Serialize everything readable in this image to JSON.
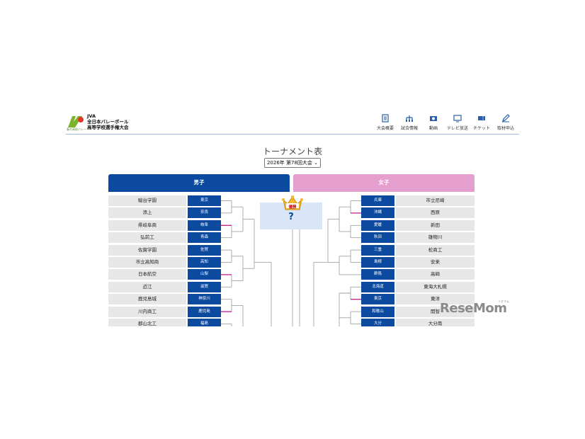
{
  "logo": {
    "abbr": "JVA",
    "line1": "全日本バレーボール",
    "line2": "高等学校選手権大会",
    "small": "春の高校バレー"
  },
  "nav": [
    {
      "label": "大会概要",
      "icon": "document-icon"
    },
    {
      "label": "試合情報",
      "icon": "bracket-icon"
    },
    {
      "label": "動画",
      "icon": "camera-icon"
    },
    {
      "label": "テレビ放送",
      "icon": "tv-icon"
    },
    {
      "label": "チケット",
      "icon": "ticket-icon"
    },
    {
      "label": "取材申込",
      "icon": "pen-icon"
    }
  ],
  "title": "トーナメント表",
  "year_select": {
    "selected": "2026年 第78回大会"
  },
  "tabs": {
    "boys": "男子",
    "girls": "女子"
  },
  "champion": {
    "label": "優勝",
    "value": "?"
  },
  "boys": [
    {
      "school": "駿台学園",
      "pref": "東京"
    },
    {
      "school": "添上",
      "pref": "奈良"
    },
    {
      "school": "県岐阜商",
      "pref": "岐阜"
    },
    {
      "school": "弘前工",
      "pref": "青森"
    },
    {
      "school": "佐賀学園",
      "pref": "佐賀"
    },
    {
      "school": "市立高知商",
      "pref": "高知"
    },
    {
      "school": "日本航空",
      "pref": "山梨"
    },
    {
      "school": "近江",
      "pref": "滋賀"
    },
    {
      "school": "鹿児島城",
      "pref": "神奈川"
    },
    {
      "school": "川内商工",
      "pref": "鹿児島"
    },
    {
      "school": "郡山北工",
      "pref": "福島"
    }
  ],
  "girls": [
    {
      "school": "市立尼崎",
      "pref": "兵庫"
    },
    {
      "school": "西原",
      "pref": "沖縄"
    },
    {
      "school": "新田",
      "pref": "愛媛"
    },
    {
      "school": "雄物川",
      "pref": "秋田"
    },
    {
      "school": "松商工",
      "pref": "三重"
    },
    {
      "school": "安来",
      "pref": "島根"
    },
    {
      "school": "高崎",
      "pref": "群馬"
    },
    {
      "school": "東海大札幌",
      "pref": "北海道"
    },
    {
      "school": "東洋",
      "pref": "東京"
    },
    {
      "school": "開智",
      "pref": "和歌山"
    },
    {
      "school": "大分南",
      "pref": "大分"
    }
  ],
  "watermark": {
    "text": "ReseMom",
    "kana": "リセマム"
  },
  "colors": {
    "boys_accent": "#0c4aa0",
    "girls_accent": "#e59fce",
    "winner_line": "#c0208a"
  }
}
